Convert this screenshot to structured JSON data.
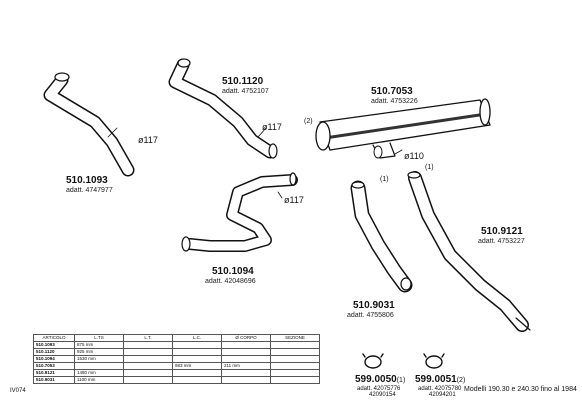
{
  "parts": {
    "p1": {
      "code": "510.1093",
      "adatt": "adatt. 4747977",
      "diameter": "ø117"
    },
    "p2": {
      "code": "510.1120",
      "adatt": "adatt. 4752107",
      "diameter": "ø117"
    },
    "p3": {
      "code": "510.7053",
      "adatt": "adatt. 4753226",
      "diameter": "ø110",
      "marker": "(2)"
    },
    "p4": {
      "code": "510.1094",
      "adatt": "adatt. 42048696",
      "diameter": "ø117"
    },
    "p5": {
      "code": "510.9031",
      "adatt": "adatt. 4755806",
      "marker": "(1)"
    },
    "p6": {
      "code": "510.9121",
      "adatt": "adatt. 4753227",
      "marker": "(1)"
    },
    "p7": {
      "code": "599.0050",
      "marker": "(1)",
      "ref1": "adatt. 42075776",
      "ref2": "42090154"
    },
    "p8": {
      "code": "599.0051",
      "marker": "(2)",
      "ref1": "adatt. 42075780",
      "ref2": "42094201"
    }
  },
  "models_label": "Modelli 190.30 e 240.30 fino al 1984",
  "drawing_ref": "IV074",
  "table": {
    "headers": [
      "ARTICOLO",
      "L.TS",
      "L.T.",
      "L.C.",
      "Ø CORPO",
      "SEZIONE"
    ],
    "rows": [
      [
        "510.1093",
        "875 mm",
        "",
        "",
        "",
        ""
      ],
      [
        "510.1120",
        "925 mm",
        "",
        "",
        "",
        ""
      ],
      [
        "510.1094",
        "1530 mm",
        "",
        "",
        "",
        ""
      ],
      [
        "510.7053",
        "",
        "",
        "983 mm",
        "211 mm",
        ""
      ],
      [
        "510.9121",
        "1480 mm",
        "",
        "",
        "",
        ""
      ],
      [
        "510.9031",
        "1100 mm",
        "",
        "",
        "",
        ""
      ]
    ]
  }
}
